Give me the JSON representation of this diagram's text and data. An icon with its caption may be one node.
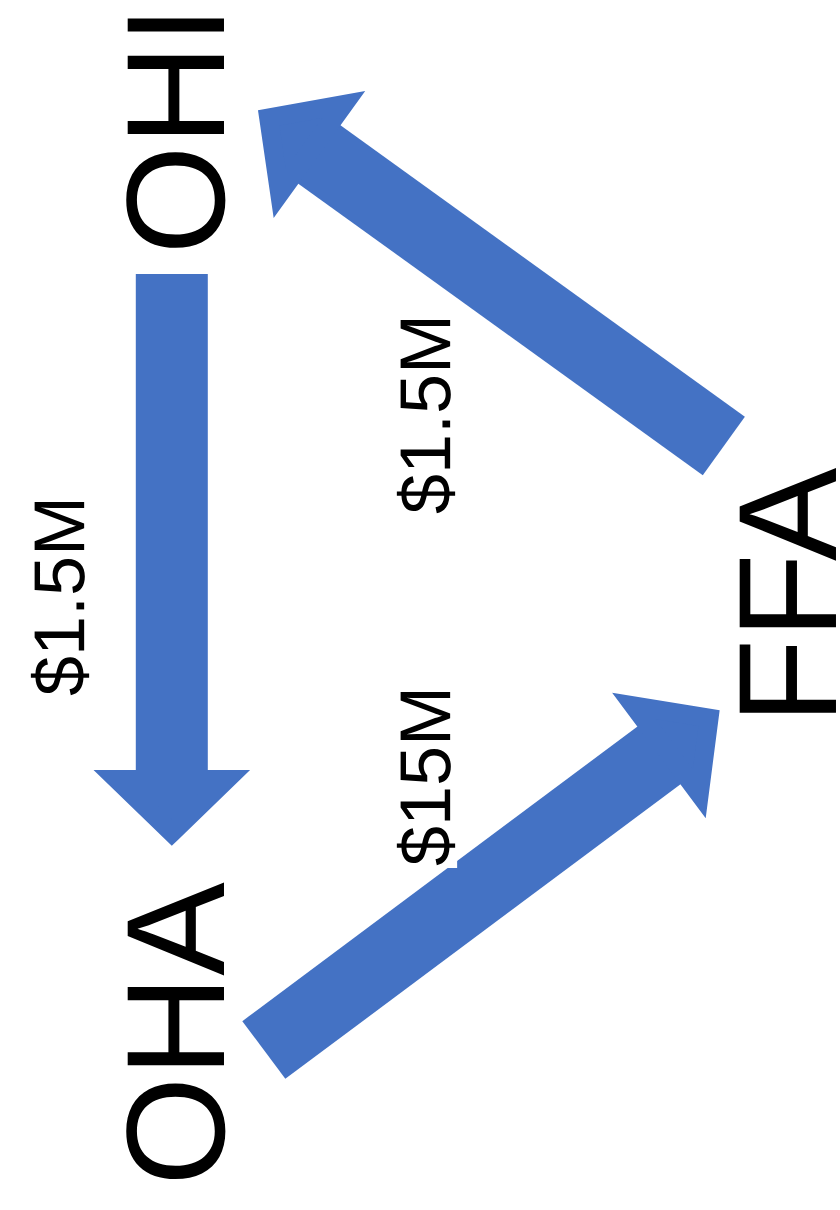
{
  "diagram": {
    "nodes": [
      {
        "text": [
          "OHI"
        ]
      },
      {
        "text": [
          "OHA"
        ]
      },
      {
        "text": [
          "FFA"
        ]
      }
    ],
    "edges": [
      {
        "from": 0,
        "to": 1,
        "arrow": "to",
        "label": "$1.5M"
      },
      {
        "from": 2,
        "to": 0,
        "arrow": "to",
        "label": "$1.5M"
      },
      {
        "from": 1,
        "to": 2,
        "arrow": "to",
        "label": "$15M"
      }
    ]
  }
}
